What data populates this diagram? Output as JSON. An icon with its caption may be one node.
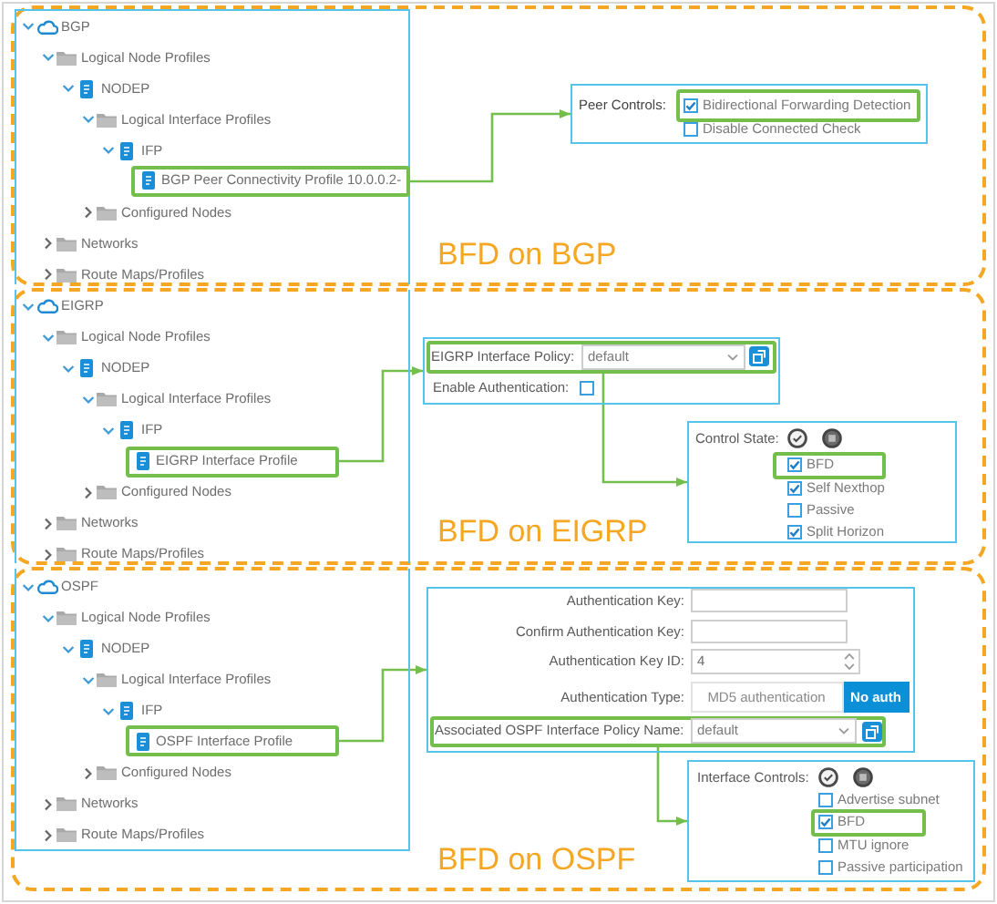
{
  "diagram": {
    "nodes": [
      {
        "text": [
          "BFD on BGP"
        ]
      },
      {
        "text": [
          "BGP",
          "Logical Node Profiles",
          "NODEP",
          "Logical Interface Profiles",
          "IFP",
          "Configured Nodes",
          "Networks",
          "Route Maps/Profiles"
        ],
        "in": 0
      },
      {
        "text": [
          "BGP Peer Connectivity Profile 10.0.0.2-"
        ],
        "in": 1
      },
      {
        "text": [
          "Peer Controls:",
          "Disable Connected Check"
        ],
        "in": 0
      },
      {
        "text": [
          "Bidirectional Forwarding Detection"
        ],
        "in": 3
      },
      {
        "text": [
          "BFD on EIGRP"
        ]
      },
      {
        "text": [
          "EIGRP",
          "Logical Node Profiles",
          "NODEP",
          "Logical Interface Profiles",
          "IFP",
          "Configured Nodes",
          "Networks",
          "Route Maps/Profiles"
        ],
        "in": 5
      },
      {
        "text": [
          "EIGRP Interface Profile"
        ],
        "in": 6
      },
      {
        "text": [
          "Enable Authentication:"
        ],
        "in": 5
      },
      {
        "text": [
          "EIGRP Interface Policy:",
          "default"
        ],
        "in": 8
      },
      {
        "text": [
          "Control State:",
          "Self Nexthop",
          "Passive",
          "Split Horizon"
        ],
        "in": 5
      },
      {
        "text": [
          "BFD"
        ],
        "in": 10
      },
      {
        "text": [
          "BFD on OSPF"
        ]
      },
      {
        "text": [
          "OSPF",
          "Logical Node Profiles",
          "NODEP",
          "Logical Interface Profiles",
          "IFP",
          "Configured Nodes",
          "Networks",
          "Route Maps/Profiles"
        ],
        "in": 12
      },
      {
        "text": [
          "OSPF Interface Profile"
        ],
        "in": 13
      },
      {
        "text": [
          "Authentication Key:",
          "Confirm Authentication Key:",
          "Authentication Key ID:",
          "4",
          "Authentication Type:",
          "MD5 authentication",
          "No auth"
        ],
        "in": 12
      },
      {
        "text": [
          "Associated OSPF Interface Policy Name:",
          "default"
        ],
        "in": 15
      },
      {
        "text": [
          "Interface Controls:",
          "Advertise subnet",
          "MTU ignore",
          "Passive participation"
        ],
        "in": 12
      },
      {
        "text": [
          "BFD"
        ],
        "in": 17
      }
    ],
    "edges": [
      {
        "from": 2,
        "to": 3,
        "arrow": "to"
      },
      {
        "from": 7,
        "to": 8,
        "arrow": "to"
      },
      {
        "from": 9,
        "to": 10,
        "arrow": "to"
      },
      {
        "from": 14,
        "to": 15,
        "arrow": "to"
      },
      {
        "from": 16,
        "to": 17,
        "arrow": "to"
      }
    ]
  }
}
